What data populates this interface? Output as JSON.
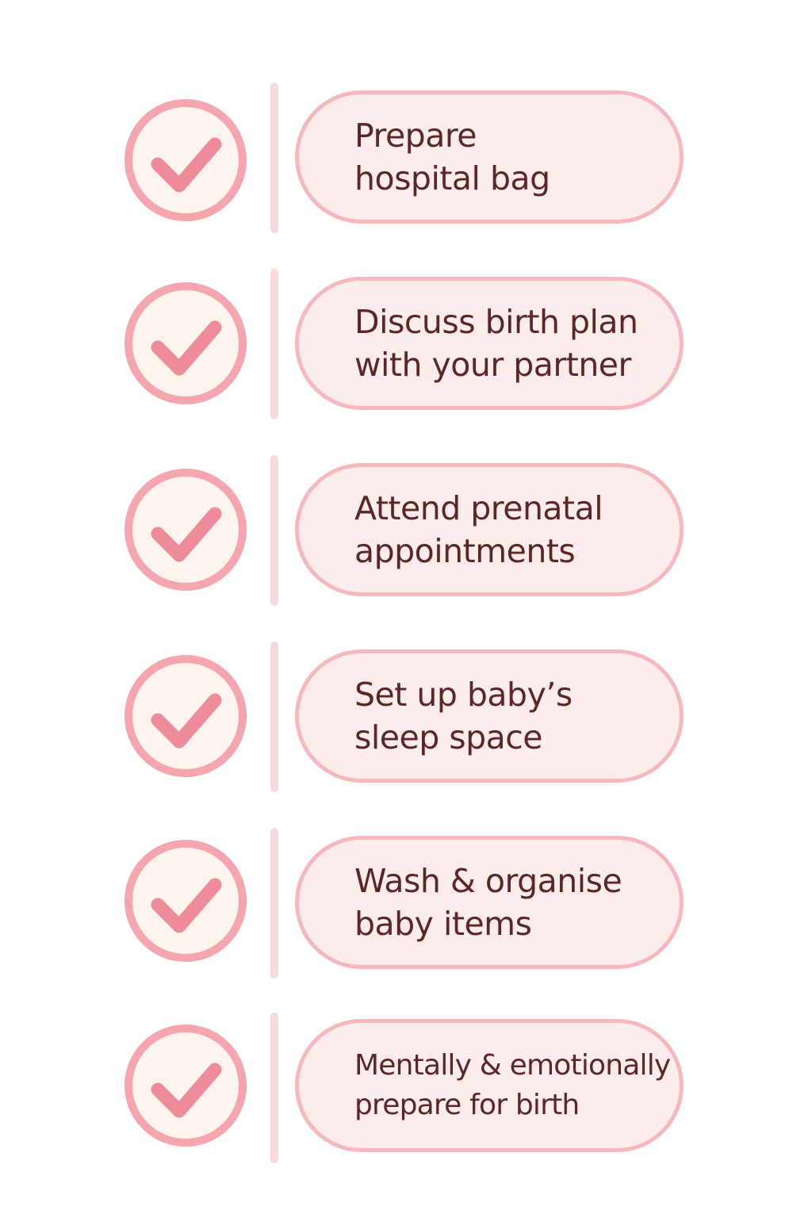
{
  "colors": {
    "ring": "#f4a5ad",
    "ring_fill": "#fdf3ef",
    "checkmark": "#ee8d99",
    "divider": "#f8dada",
    "pill_border": "#f6b8bc",
    "pill_fill": "#fcedec",
    "text": "#5a2725"
  },
  "items": [
    {
      "lines": [
        "Prepare",
        "hospital bag"
      ],
      "checked": true,
      "icon": "checkmark-icon"
    },
    {
      "lines": [
        "Discuss birth plan",
        "with your partner"
      ],
      "checked": true,
      "icon": "checkmark-icon"
    },
    {
      "lines": [
        "Attend prenatal",
        "appointments"
      ],
      "checked": true,
      "icon": "checkmark-icon"
    },
    {
      "lines": [
        "Set up baby’s",
        "sleep space"
      ],
      "checked": true,
      "icon": "checkmark-icon"
    },
    {
      "lines": [
        "Wash & organise",
        "baby items"
      ],
      "checked": true,
      "icon": "checkmark-icon"
    },
    {
      "lines": [
        "Mentally & emotionally",
        "prepare for birth"
      ],
      "checked": true,
      "icon": "checkmark-icon"
    }
  ]
}
